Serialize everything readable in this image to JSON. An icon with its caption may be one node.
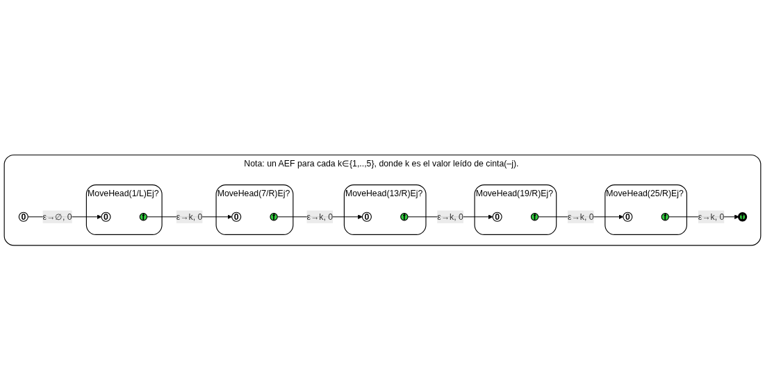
{
  "diagram": {
    "nodes": [
      {
        "text": [
          "Nota: un AEF para cada k∈{1,..,5}, donde k es el valor leído de cinta(–j)."
        ]
      },
      {
        "text": [
          "0"
        ],
        "in": 0
      },
      {
        "text": [
          "MoveHead(1/L)Ej?"
        ],
        "in": 0
      },
      {
        "text": [
          "0"
        ],
        "in": 2
      },
      {
        "text": [
          "f"
        ],
        "in": 2
      },
      {
        "text": [
          "MoveHead(7/R)Ej?"
        ],
        "in": 0
      },
      {
        "text": [
          "0"
        ],
        "in": 5
      },
      {
        "text": [
          "f"
        ],
        "in": 5
      },
      {
        "text": [
          "MoveHead(13/R)Ej?"
        ],
        "in": 0
      },
      {
        "text": [
          "0"
        ],
        "in": 8
      },
      {
        "text": [
          "f"
        ],
        "in": 8
      },
      {
        "text": [
          "MoveHead(19/R)Ej?"
        ],
        "in": 0
      },
      {
        "text": [
          "0"
        ],
        "in": 11
      },
      {
        "text": [
          "f"
        ],
        "in": 11
      },
      {
        "text": [
          "MoveHead(25/R)Ej?"
        ],
        "in": 0
      },
      {
        "text": [
          "0"
        ],
        "in": 14
      },
      {
        "text": [
          "f"
        ],
        "in": 14
      },
      {
        "text": [
          "f"
        ],
        "in": 0
      }
    ],
    "edges": [
      {
        "from": 1,
        "to": 3,
        "arrow": "to",
        "label": "ε→∅, 0"
      },
      {
        "from": 4,
        "to": 6,
        "arrow": "to",
        "label": "ε→k, 0"
      },
      {
        "from": 7,
        "to": 9,
        "arrow": "to",
        "label": "ε→k, 0"
      },
      {
        "from": 10,
        "to": 12,
        "arrow": "to",
        "label": "ε→k, 0"
      },
      {
        "from": 13,
        "to": 15,
        "arrow": "to",
        "label": "ε→k, 0"
      },
      {
        "from": 16,
        "to": 17,
        "arrow": "to",
        "label": "ε→k, 0"
      }
    ]
  }
}
